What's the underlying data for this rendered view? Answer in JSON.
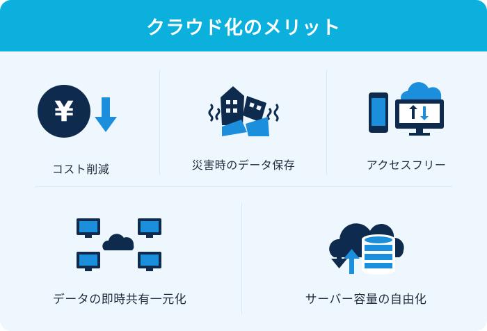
{
  "header": {
    "title": "クラウド化のメリット"
  },
  "benefits": [
    {
      "label": "コスト削減",
      "icon": "yen-coin-down-arrow-icon"
    },
    {
      "label": "災害時のデータ保存",
      "icon": "disaster-buildings-icon"
    },
    {
      "label": "アクセスフリー",
      "icon": "devices-cloud-sync-icon"
    },
    {
      "label": "データの即時共有一元化",
      "icon": "network-cloud-sharing-icon"
    },
    {
      "label": "サーバー容量の自由化",
      "icon": "cloud-database-icon"
    }
  ],
  "icons": {
    "yen_symbol": "¥"
  },
  "colors": {
    "header": "#0bb0dc",
    "navy": "#0e2a4d",
    "blue": "#1b8fdc",
    "background": "#eef7fd"
  }
}
